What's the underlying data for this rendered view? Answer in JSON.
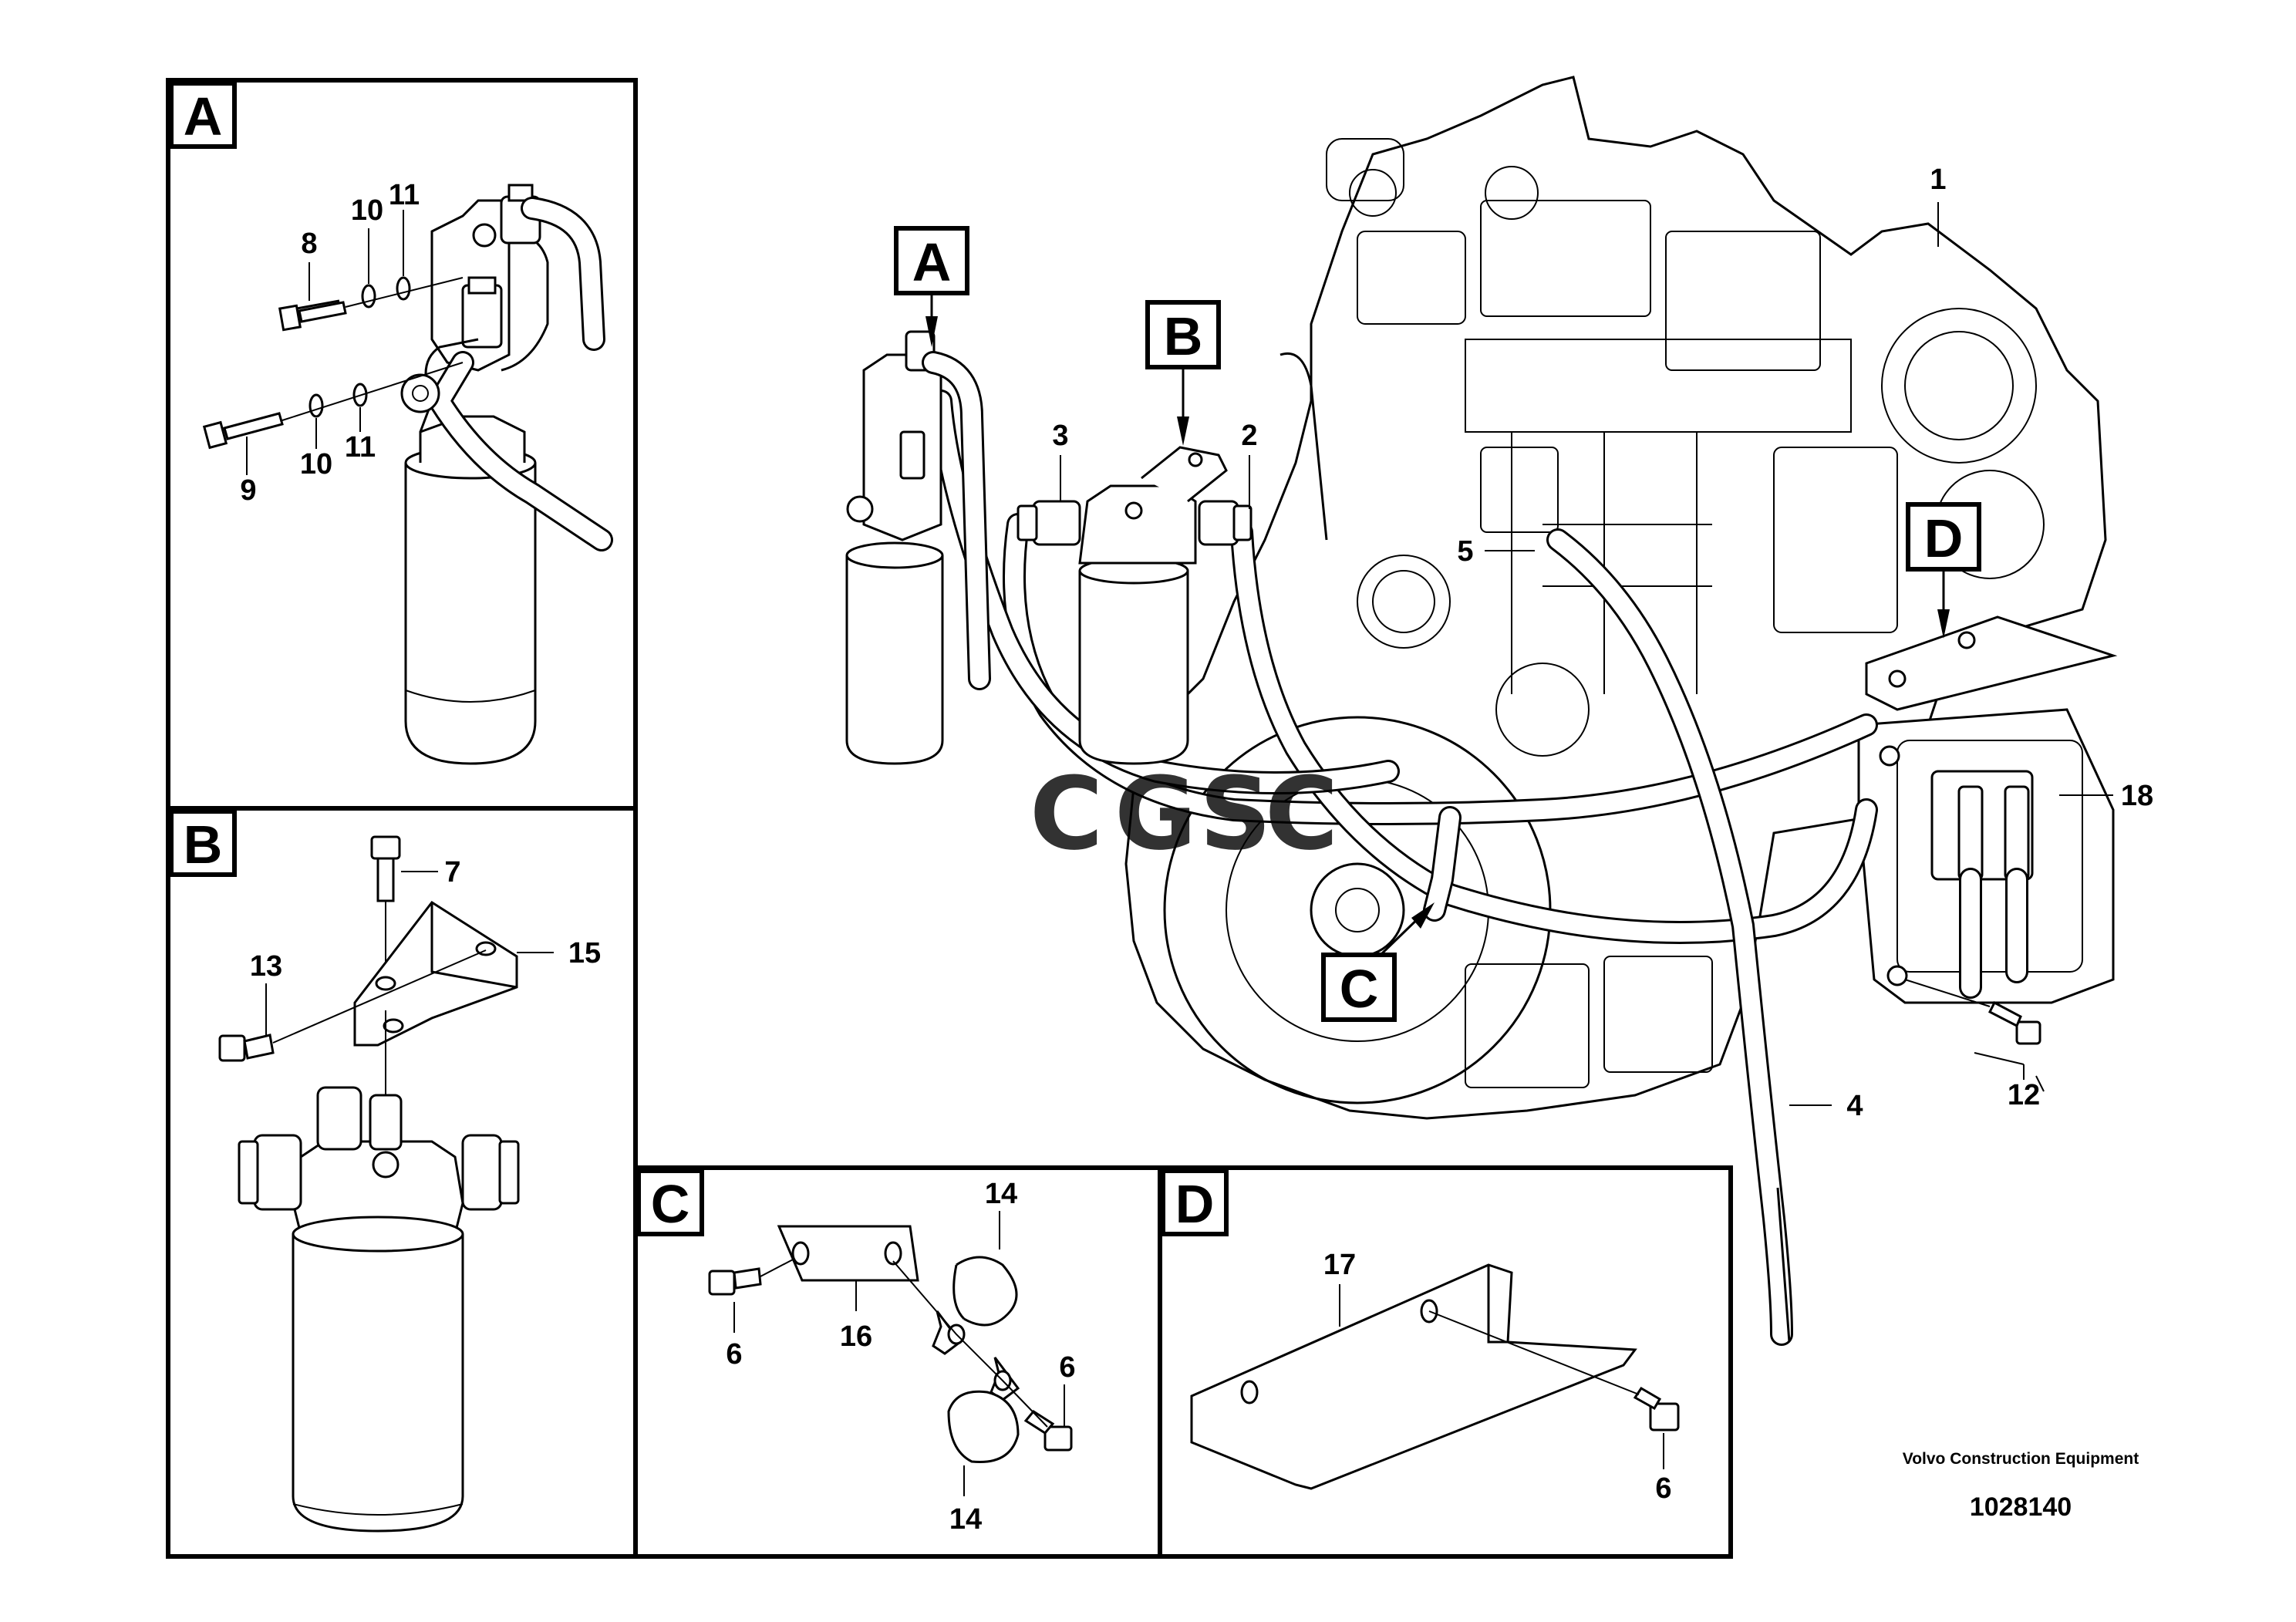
{
  "diagram": {
    "panels": {
      "A": "A",
      "B": "B",
      "C": "C",
      "D": "D"
    },
    "detail_tags": {
      "A": "A",
      "B": "B",
      "C": "C",
      "D": "D"
    },
    "callouts_main": {
      "c1": "1",
      "c2": "2",
      "c3": "3",
      "c4": "4",
      "c5": "5",
      "c12": "12",
      "c18": "18"
    },
    "callouts_a": {
      "c8": "8",
      "c10a": "10",
      "c11a": "11",
      "c9": "9",
      "c10b": "10",
      "c11b": "11"
    },
    "callouts_b": {
      "c7": "7",
      "c13": "13",
      "c15": "15"
    },
    "callouts_c": {
      "c14a": "14",
      "c6a": "6",
      "c16": "16",
      "c6b": "6",
      "c14b": "14"
    },
    "callouts_d": {
      "c17": "17",
      "c6": "6"
    },
    "watermark": {
      "text": "CGSC",
      "colors": [
        "#4285F4",
        "#EA4335",
        "#FBBC05",
        "#34A853"
      ]
    }
  },
  "footer": {
    "company": "Volvo Construction Equipment",
    "part_number": "1028140"
  }
}
